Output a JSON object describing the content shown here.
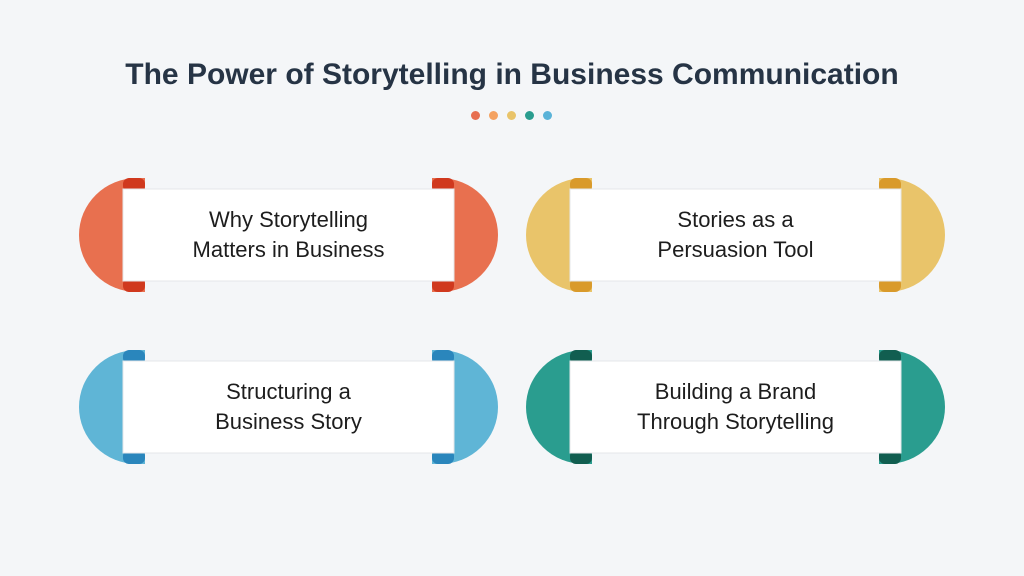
{
  "title": "The Power of Storytelling in Business Communication",
  "dots": [
    "#E76F51",
    "#F4A261",
    "#E9C46A",
    "#2A9D8F",
    "#5AB3D8"
  ],
  "cards": [
    {
      "line1": "Why Storytelling",
      "line2": "Matters in Business",
      "color": "#E8704F",
      "dark": "#D0391E"
    },
    {
      "line1": "Stories as a",
      "line2": "Persuasion Tool",
      "color": "#E9C46A",
      "dark": "#D99A2B"
    },
    {
      "line1": "Structuring a",
      "line2": "Business Story",
      "color": "#5FB5D6",
      "dark": "#2A86BC"
    },
    {
      "line1": "Building a Brand",
      "line2": "Through Storytelling",
      "color": "#2A9D8F",
      "dark": "#115E50"
    }
  ]
}
